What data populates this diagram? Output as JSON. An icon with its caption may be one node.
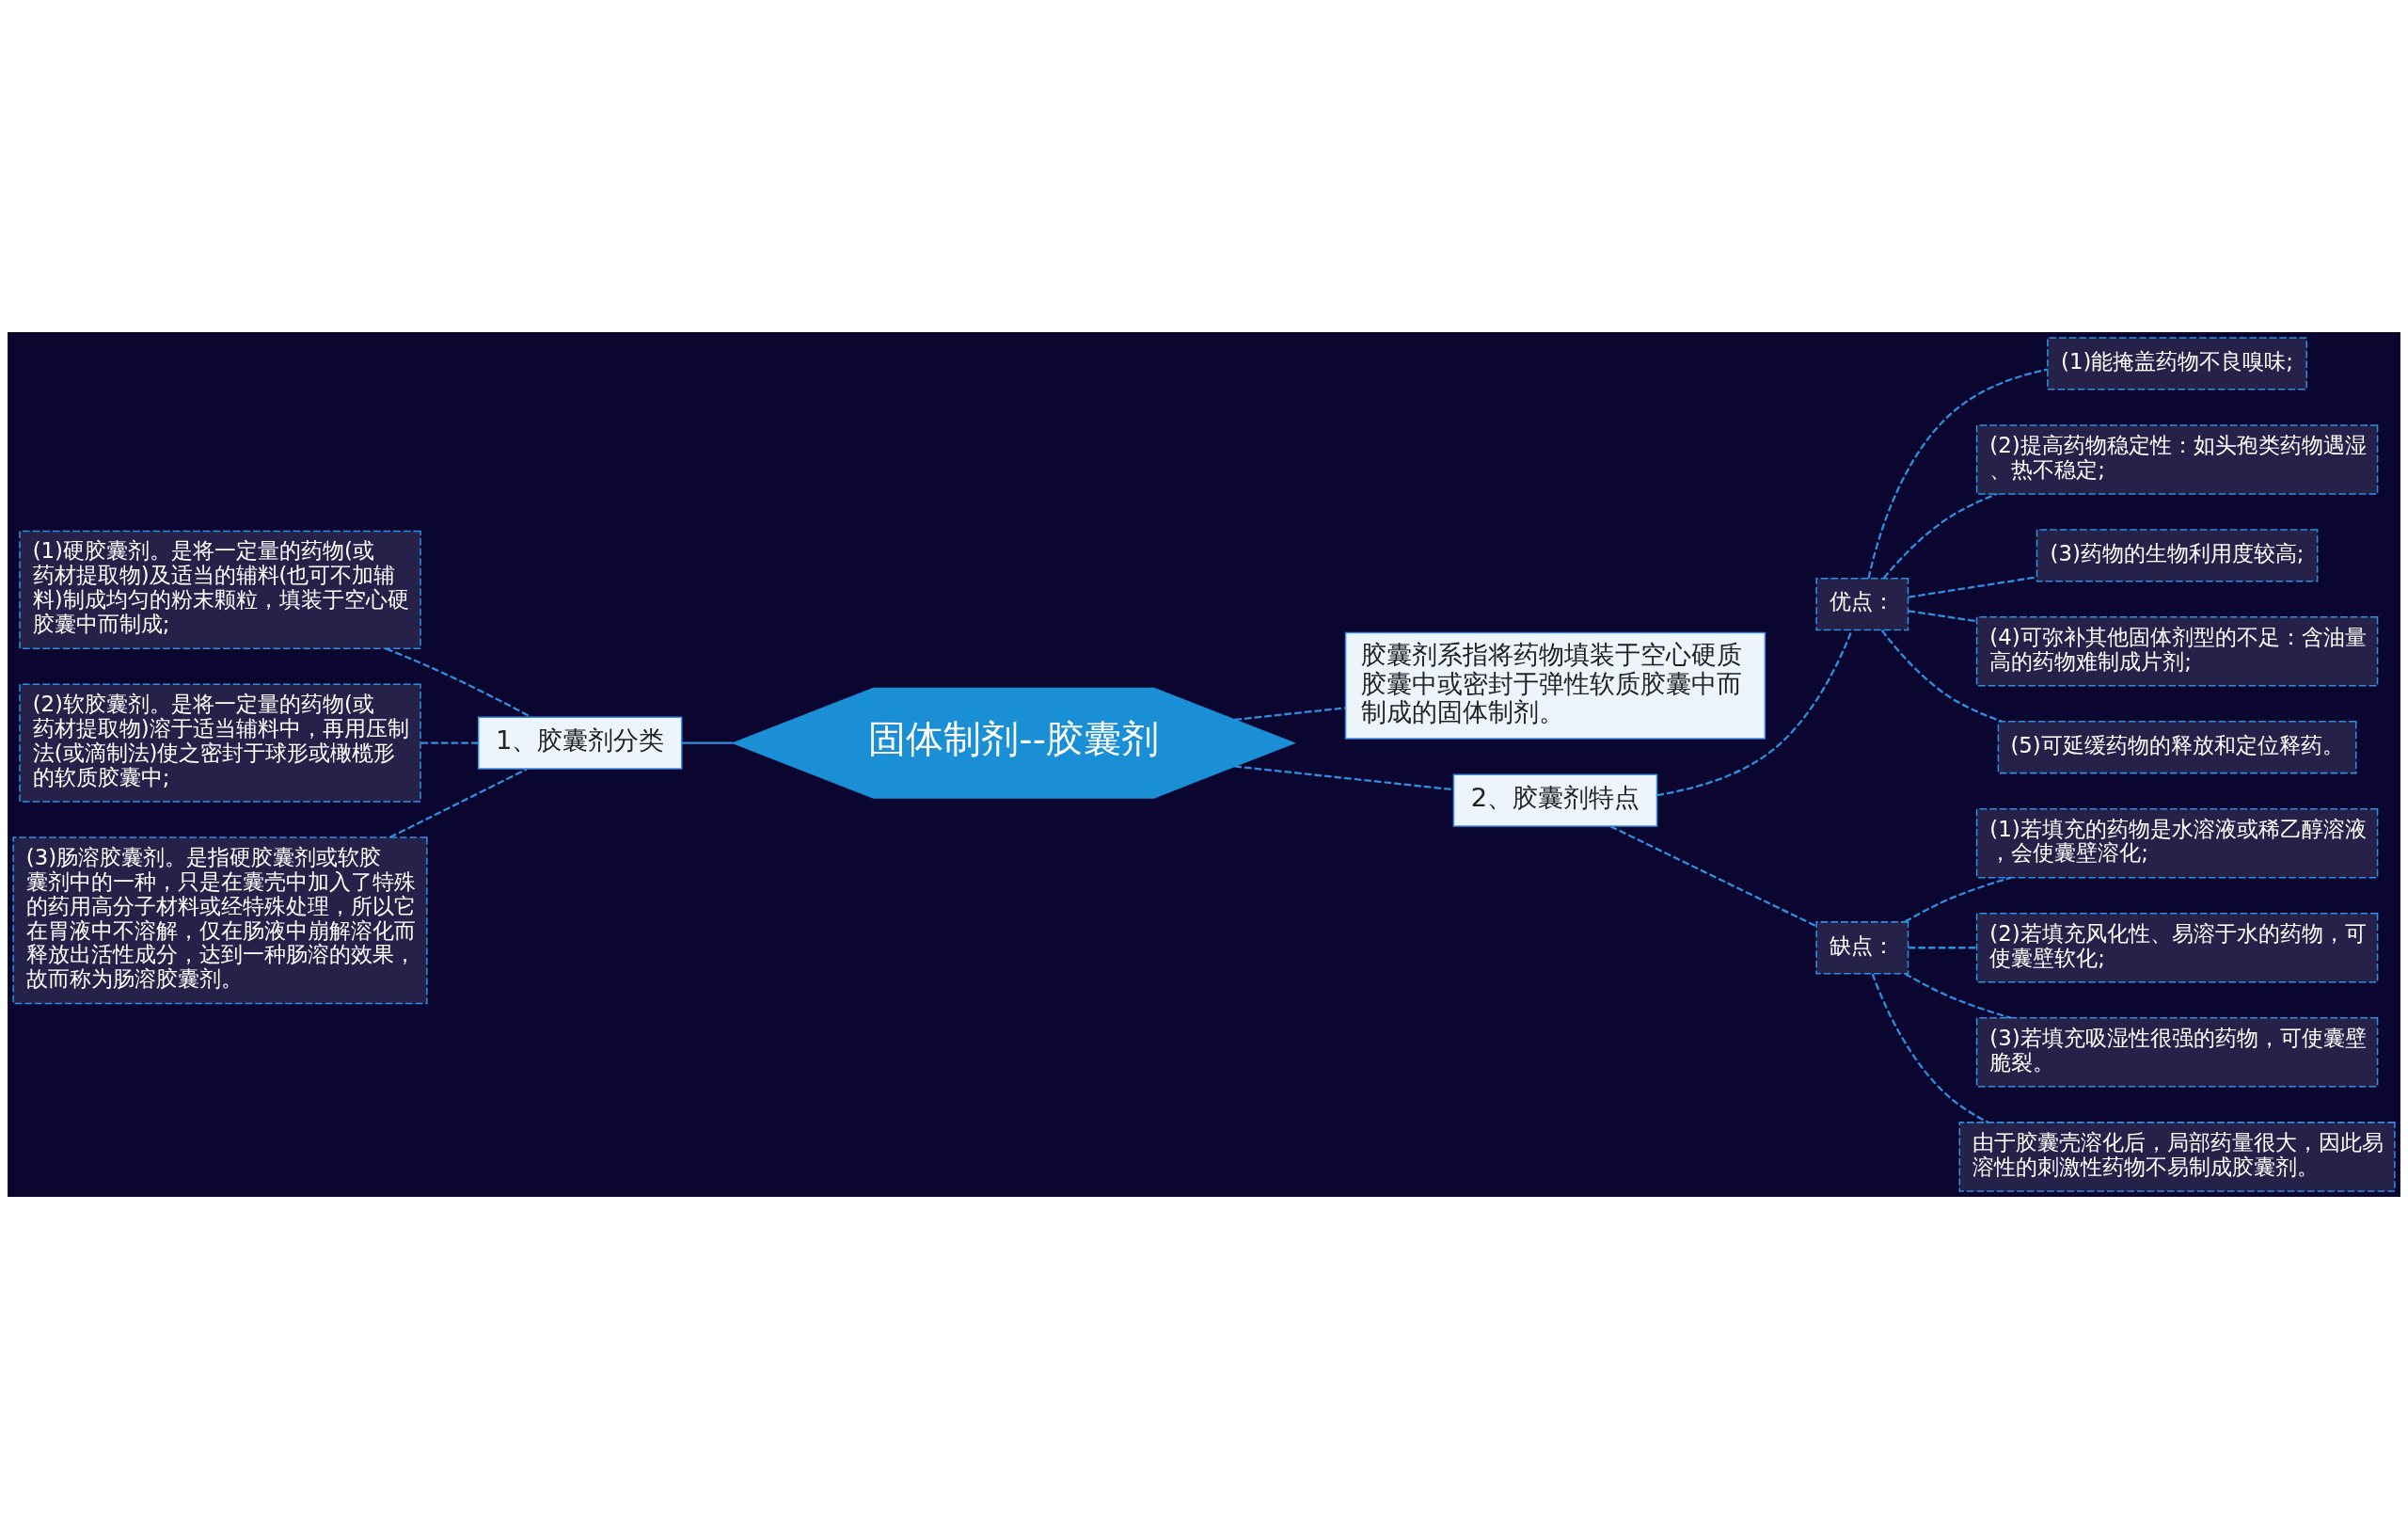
{
  "diagram": {
    "nodes": [
      {
        "text": [
          "固体制剂--胶囊剂"
        ]
      },
      {
        "text": [
          "1、胶囊剂分类"
        ]
      },
      {
        "text": [
          "(1)硬胶囊剂。是将一定量的药物(或药材提取物)及适当的辅料(也可不加辅料)制成均匀的粉末颗粒，填装于空心硬胶囊中而制成;"
        ]
      },
      {
        "text": [
          "(2)软胶囊剂。是将一定量的药物(或药材提取物)溶于适当辅料中，再用压制法(或滴制法)使之密封于球形或橄榄形的软质胶囊中;"
        ]
      },
      {
        "text": [
          "(3)肠溶胶囊剂。是指硬胶囊剂或软胶囊剂中的一种，只是在囊壳中加入了特殊的药用高分子材料或经特殊处理，所以它在胃液中不溶解，仅在肠液中崩解溶化而释放出活性成分，达到一种肠溶的效果，故而称为肠溶胶囊剂。"
        ]
      },
      {
        "text": [
          "胶囊剂系指将药物填装于空心硬质胶囊中或密封于弹性软质胶囊中而制成的固体制剂。"
        ]
      },
      {
        "text": [
          "2、胶囊剂特点"
        ]
      },
      {
        "text": [
          "优点："
        ]
      },
      {
        "text": [
          "(1)能掩盖药物不良嗅味;"
        ]
      },
      {
        "text": [
          "(2)提高药物稳定性：如头孢类药物遇湿、热不稳定;"
        ]
      },
      {
        "text": [
          "(3)药物的生物利用度较高;"
        ]
      },
      {
        "text": [
          "(4)可弥补其他固体剂型的不足：含油量高的药物难制成片剂;"
        ]
      },
      {
        "text": [
          "(5)可延缓药物的释放和定位释药。"
        ]
      },
      {
        "text": [
          "缺点："
        ]
      },
      {
        "text": [
          "(1)若填充的药物是水溶液或稀乙醇溶液，会使囊壁溶化;"
        ]
      },
      {
        "text": [
          "(2)若填充风化性、易溶于水的药物，可使囊壁软化;"
        ]
      },
      {
        "text": [
          "(3)若填充吸湿性很强的药物，可使囊壁脆裂。"
        ]
      },
      {
        "text": [
          "由于胶囊壳溶化后，局部药量很大，因此易溶性的刺激性药物不易制成胶囊剂。"
        ]
      }
    ],
    "edges": [
      {
        "from": 0,
        "to": 1,
        "arrow": "none"
      },
      {
        "from": 1,
        "to": 2,
        "arrow": "none",
        "style": "dashed"
      },
      {
        "from": 1,
        "to": 3,
        "arrow": "none",
        "style": "dashed"
      },
      {
        "from": 1,
        "to": 4,
        "arrow": "none",
        "style": "dashed"
      },
      {
        "from": 0,
        "to": 5,
        "arrow": "none",
        "style": "dashed"
      },
      {
        "from": 0,
        "to": 6,
        "arrow": "none",
        "style": "dashed"
      },
      {
        "from": 6,
        "to": 7,
        "arrow": "none",
        "style": "dashed"
      },
      {
        "from": 7,
        "to": 8,
        "arrow": "none",
        "style": "dashed"
      },
      {
        "from": 7,
        "to": 9,
        "arrow": "none",
        "style": "dashed"
      },
      {
        "from": 7,
        "to": 10,
        "arrow": "none",
        "style": "dashed"
      },
      {
        "from": 7,
        "to": 11,
        "arrow": "none",
        "style": "dashed"
      },
      {
        "from": 7,
        "to": 12,
        "arrow": "none",
        "style": "dashed"
      },
      {
        "from": 6,
        "to": 13,
        "arrow": "none",
        "style": "dashed"
      },
      {
        "from": 13,
        "to": 14,
        "arrow": "none",
        "style": "dashed"
      },
      {
        "from": 13,
        "to": 15,
        "arrow": "none",
        "style": "dashed"
      },
      {
        "from": 13,
        "to": 16,
        "arrow": "none",
        "style": "dashed"
      },
      {
        "from": 13,
        "to": 17,
        "arrow": "none",
        "style": "dashed"
      }
    ]
  }
}
